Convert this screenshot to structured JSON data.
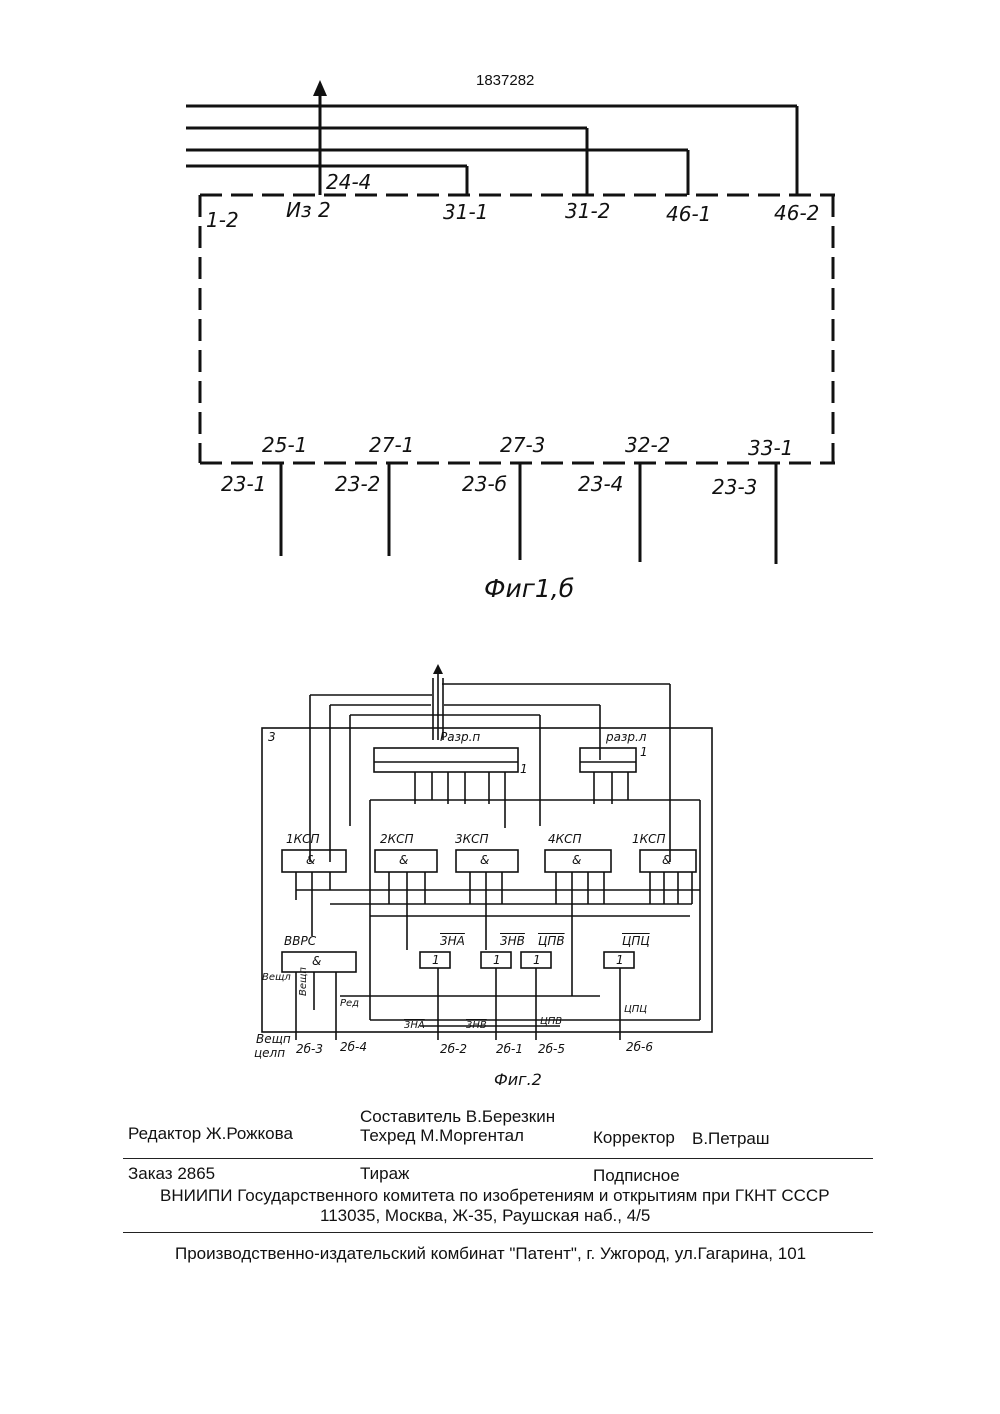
{
  "document_number": "1837282",
  "fig1b": {
    "block_label": "1-2",
    "top_pins": [
      "Из 2",
      "31-1",
      "31-2",
      "46-1",
      "46-2"
    ],
    "top_bus_label": "24-4",
    "bottom_pins": [
      "25-1",
      "27-1",
      "27-3",
      "32-2",
      "33-1"
    ],
    "bottom_bus_labels": [
      "23-1",
      "23-2",
      "23-б",
      "23-4",
      "23-3"
    ],
    "caption": "Фиг1,б"
  },
  "fig2": {
    "block_label": "3",
    "registers": [
      "Разр.п",
      "разр.л"
    ],
    "register_bit": [
      "1",
      "1"
    ],
    "and_labels": [
      "1КСП",
      "2КСП",
      "3КСП",
      "4КСП",
      "1КСП"
    ],
    "and_symbol": "&",
    "vvrs_label": "ВВРС",
    "not_labels": [
      "3НА",
      "3НВ",
      "ЦПВ",
      "ЦПЦ"
    ],
    "not_symbol": "1",
    "side_labels": [
      "Вещл",
      "Вещп",
      "Ред"
    ],
    "bus_labels": [
      "3НА",
      "3НВ",
      "ЦПВ",
      "ЦПЦ"
    ],
    "input_top": [
      "Вещп",
      "целп"
    ],
    "inputs": [
      "2б-3",
      "2б-4",
      "2б-2",
      "2б-1",
      "2б-5",
      "2б-6"
    ],
    "caption": "Фиг.2"
  },
  "footer": {
    "editor": "Редактор  Ж.Рожкова",
    "compiler": "Составитель  В.Березкин",
    "techred": "Техред М.Моргентал",
    "corrector": "Корректор",
    "corrector_name": "В.Петраш",
    "order": "Заказ  2865",
    "print_run": "Тираж",
    "subscription": "Подписное",
    "vniipi": "ВНИИПИ Государственного комитета по изобретениям и открытиям при ГКНТ СССР",
    "address": "113035, Москва, Ж-35, Раушская наб., 4/5",
    "publisher": "Производственно-издательский комбинат \"Патент\", г. Ужгород, ул.Гагарина, 101"
  }
}
